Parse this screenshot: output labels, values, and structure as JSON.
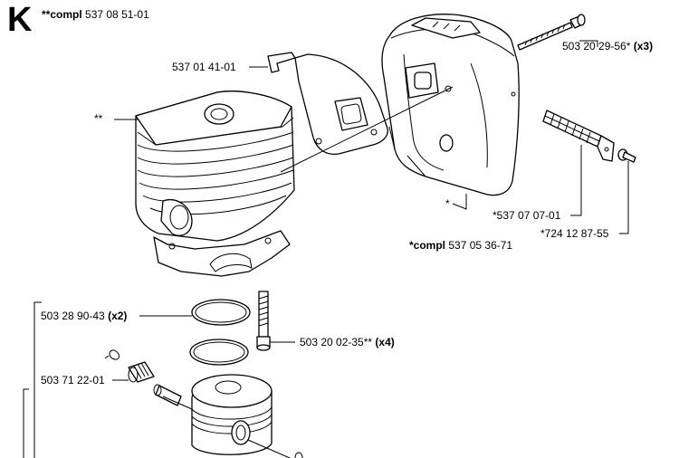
{
  "section": {
    "letter": "K",
    "compl_prefix": "**compl",
    "compl_number": "537 08 51-01"
  },
  "callouts": {
    "cylinder_marker": "**",
    "muffler_marker": "*",
    "bracket": {
      "number": "537 01 41-01"
    },
    "muffler_bolt": {
      "number": "503 20 29-56*",
      "qty": "(x3)"
    },
    "screen": {
      "number": "*537 07 07-01"
    },
    "screw": {
      "number": "*724 12 87-55"
    },
    "muffler_compl": {
      "prefix": "*compl",
      "number": "537 05 36-71"
    },
    "piston_rings": {
      "number": "503 28 90-43",
      "qty": "(x2)"
    },
    "cylinder_bolt": {
      "number": "503 20 02-35**",
      "qty": "(x4)"
    },
    "needle_bearing": {
      "number": "503 71 22-01"
    }
  }
}
